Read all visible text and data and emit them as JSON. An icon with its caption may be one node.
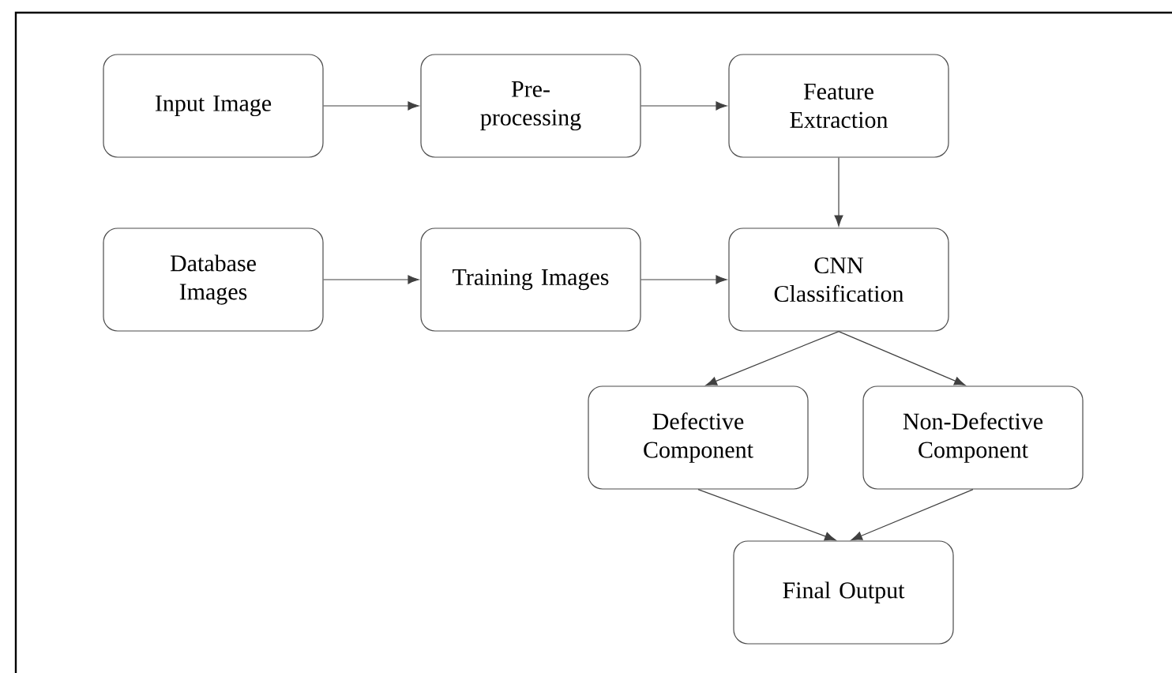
{
  "diagram": {
    "nodes": [
      {
        "text": [
          "Input Image"
        ]
      },
      {
        "text": [
          "Pre-processing"
        ]
      },
      {
        "text": [
          "Feature Extraction"
        ]
      },
      {
        "text": [
          "Database Images"
        ]
      },
      {
        "text": [
          "Training Images"
        ]
      },
      {
        "text": [
          "CNN Classification"
        ]
      },
      {
        "text": [
          "Defective Component"
        ]
      },
      {
        "text": [
          "Non-Defective Component"
        ]
      },
      {
        "text": [
          "Final Output"
        ]
      }
    ],
    "edges": [
      {
        "from": 0,
        "to": 1,
        "arrow": "to"
      },
      {
        "from": 1,
        "to": 2,
        "arrow": "to"
      },
      {
        "from": 2,
        "to": 5,
        "arrow": "to"
      },
      {
        "from": 3,
        "to": 4,
        "arrow": "to"
      },
      {
        "from": 4,
        "to": 5,
        "arrow": "to"
      },
      {
        "from": 5,
        "to": 6,
        "arrow": "to"
      },
      {
        "from": 5,
        "to": 7,
        "arrow": "to"
      },
      {
        "from": 6,
        "to": 8,
        "arrow": "to"
      },
      {
        "from": 7,
        "to": 8,
        "arrow": "to"
      }
    ]
  }
}
